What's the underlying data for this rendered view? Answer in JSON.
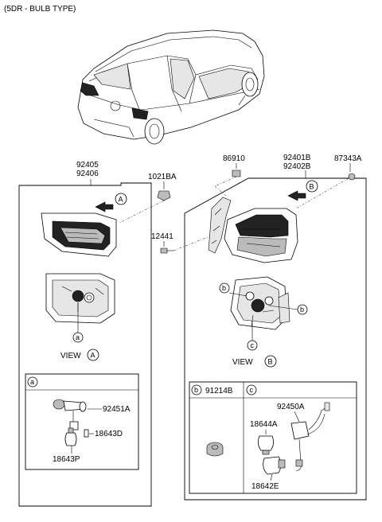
{
  "header": "(5DR - BULB TYPE)",
  "parts": {
    "p92405": "92405",
    "p92406": "92406",
    "p1021BA": "1021BA",
    "p86910": "86910",
    "p92401B": "92401B",
    "p92402B": "92402B",
    "p87343A": "87343A",
    "p12441": "12441",
    "p92451A": "92451A",
    "p18643D": "18643D",
    "p18643P": "18643P",
    "p91214B": "91214B",
    "p92450A": "92450A",
    "p18644A": "18644A",
    "p18642E": "18642E"
  },
  "callouts": {
    "A": "A",
    "B": "B",
    "a": "a",
    "b": "b",
    "c": "c"
  },
  "views": {
    "view_word": "VIEW"
  }
}
